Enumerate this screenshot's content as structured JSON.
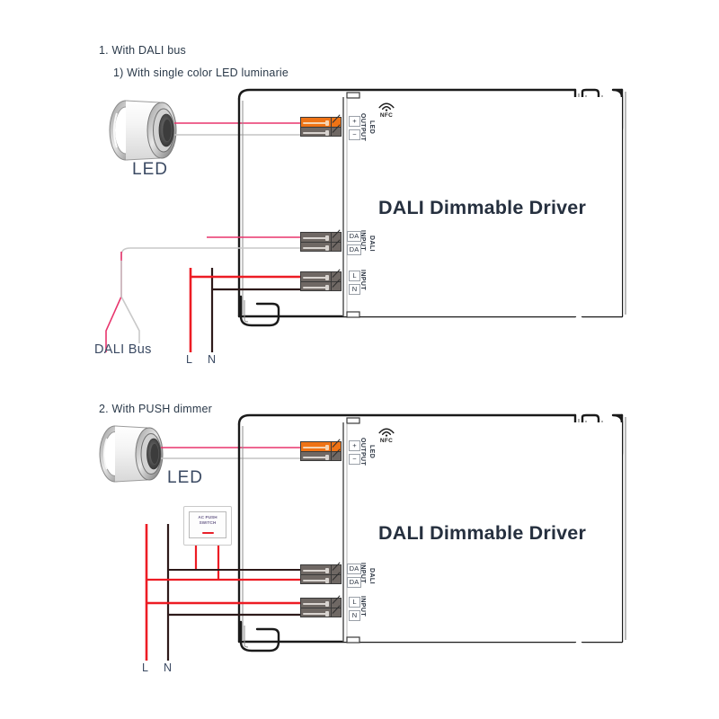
{
  "page": {
    "title": "DALI Dimmable Driver wiring diagrams",
    "background": "#ffffff"
  },
  "colors": {
    "wire_live_red": "#ed1c24",
    "wire_neutral_dark": "#2e1a1a",
    "wire_led_positive_pink": "#e8356d",
    "wire_led_negative_gray": "#bdbdbd",
    "wire_dali_gray": "#c9c9c9",
    "terminal_orange": "#ef7315",
    "terminal_gray": "#6f6864",
    "chassis_outline": "#1a1a1a",
    "heading_text": "#2b3a4a",
    "title_text": "#26303f",
    "switch_indicator": "#e8202a"
  },
  "diagrams": [
    {
      "id": "diagram-1",
      "heading": "1. With DALI bus",
      "subheading": "1)  With single color LED luminarie",
      "lamp_label": "LED",
      "driver_title": "DALI Dimmable Driver",
      "nfc_label": "NFC",
      "bus_label": "DALI Bus",
      "mains_labels": {
        "live": "L",
        "neutral": "N"
      },
      "terminals": [
        {
          "name": "output",
          "vertical_labels": [
            "OUTPUT",
            "LED"
          ],
          "pins": [
            "+",
            "−"
          ],
          "top_row_color": "orange"
        },
        {
          "name": "dali-input",
          "vertical_labels": [
            "INPUT",
            "DALI"
          ],
          "pins": [
            "DA",
            "DA"
          ],
          "top_row_color": "gray"
        },
        {
          "name": "mains-input",
          "vertical_labels": [
            "INPUT"
          ],
          "pins": [
            "L",
            "N"
          ],
          "top_row_color": "gray"
        }
      ]
    },
    {
      "id": "diagram-2",
      "heading": "2. With PUSH dimmer",
      "subheading": "",
      "lamp_label": "LED",
      "driver_title": "DALI Dimmable Driver",
      "nfc_label": "NFC",
      "switch": {
        "line1": "AC PUSH",
        "line2": "SWITCH"
      },
      "mains_labels": {
        "live": "L",
        "neutral": "N"
      },
      "terminals": [
        {
          "name": "output",
          "vertical_labels": [
            "OUTPUT",
            "LED"
          ],
          "pins": [
            "+",
            "−"
          ],
          "top_row_color": "orange"
        },
        {
          "name": "dali-input",
          "vertical_labels": [
            "INPUT",
            "DALI"
          ],
          "pins": [
            "DA",
            "DA"
          ],
          "top_row_color": "gray"
        },
        {
          "name": "mains-input",
          "vertical_labels": [
            "INPUT"
          ],
          "pins": [
            "L",
            "N"
          ],
          "top_row_color": "gray"
        }
      ]
    }
  ]
}
